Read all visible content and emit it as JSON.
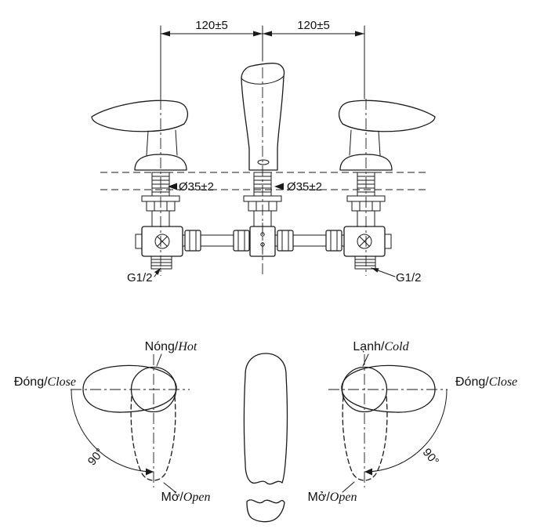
{
  "front_view": {
    "dim_spacing_left": "120±5",
    "dim_spacing_right": "120±5",
    "hole_dia_left": "Ø35±2",
    "hole_dia_center": "Ø35±2",
    "thread_left": "G1/2",
    "thread_right": "G1/2"
  },
  "top_view": {
    "hot_vi": "Nóng/",
    "hot_en": "Hot",
    "cold_vi": "Lạnh/",
    "cold_en": "Cold",
    "close_left_vi": "Đóng/",
    "close_left_en": "Close",
    "close_right_vi": "Đóng/",
    "close_right_en": "Close",
    "open_left_vi": "Mở/",
    "open_left_en": "Open",
    "open_right_vi": "Mở/",
    "open_right_en": "Open",
    "angle_left": "90°",
    "angle_right": "90°"
  },
  "colors": {
    "ink": "#1a1a1a",
    "background": "#ffffff"
  }
}
